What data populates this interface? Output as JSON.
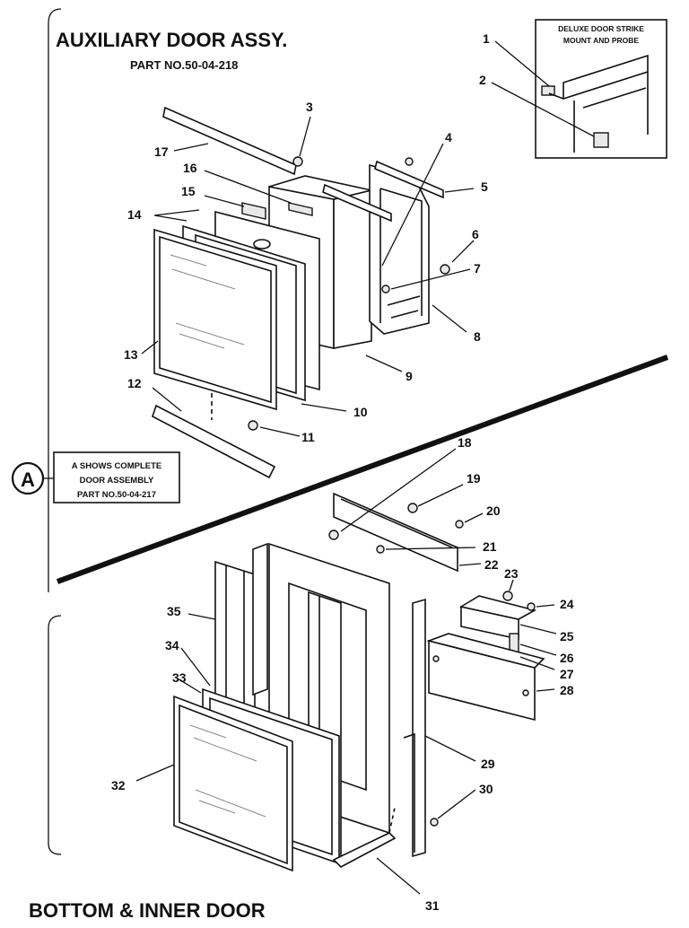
{
  "title": "AUXILIARY DOOR ASSY.",
  "part_no": "PART NO.50-04-218",
  "inset_caption_line1": "DELUXE DOOR STRIKE",
  "inset_caption_line2": "MOUNT AND PROBE",
  "note": {
    "marker": "A",
    "line1": "A SHOWS COMPLETE",
    "line2": "DOOR ASSEMBLY",
    "line3": "PART NO.50-04-217"
  },
  "bottom_title": "BOTTOM & INNER DOOR",
  "callouts": [
    "1",
    "2",
    "3",
    "4",
    "5",
    "6",
    "7",
    "8",
    "9",
    "10",
    "11",
    "12",
    "13",
    "14",
    "15",
    "16",
    "17",
    "18",
    "19",
    "20",
    "21",
    "22",
    "23",
    "24",
    "25",
    "26",
    "27",
    "28",
    "29",
    "30",
    "31",
    "32",
    "33",
    "34",
    "35"
  ]
}
